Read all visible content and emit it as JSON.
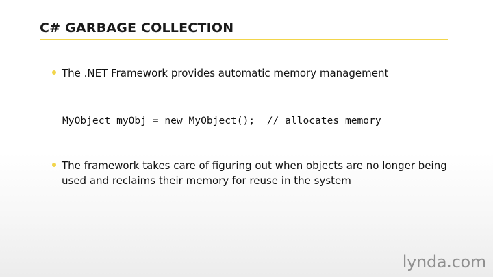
{
  "slide": {
    "title": "C# GARBAGE COLLECTION",
    "accent_color": "#f2d54b",
    "bullets": [
      {
        "text": "The .NET Framework provides automatic memory management"
      },
      {
        "text": "The framework takes care of figuring out when objects are no longer being used and reclaims their memory for reuse in the system"
      }
    ],
    "code": "MyObject myObj = new MyObject();  // allocates memory"
  },
  "branding": {
    "logo_text": "lynda.com"
  }
}
